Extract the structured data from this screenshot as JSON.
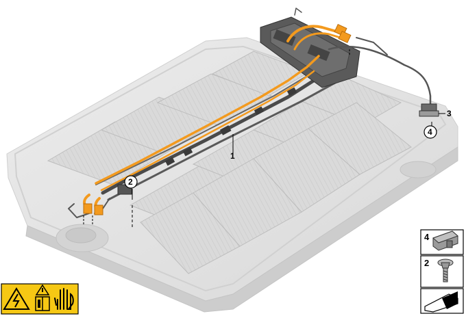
{
  "callouts": {
    "c1": "1",
    "c2": "2",
    "c3": "3",
    "c4": "4"
  },
  "legend": {
    "item4": "4",
    "item2": "2"
  },
  "colors": {
    "cable_orange": "#f39a1e",
    "harness_dark": "#4a4a4a",
    "tray_light": "#e3e3e3",
    "module_fill": "#d6d6d6",
    "warning_yellow": "#f6c814"
  },
  "icons": [
    "high-voltage-warning-icon",
    "read-manual-icon",
    "wear-gloves-icon",
    "clip-part-icon",
    "screw-part-icon",
    "diagram-corner-icon"
  ]
}
